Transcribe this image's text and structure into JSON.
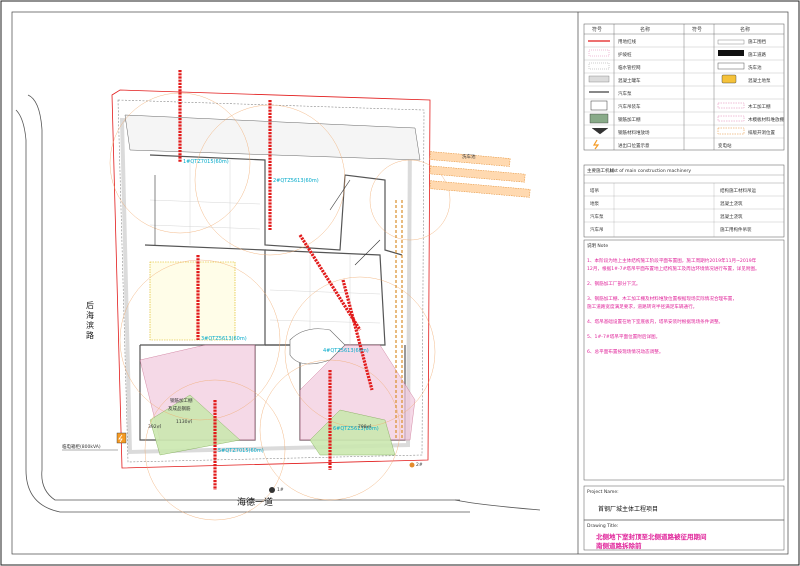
{
  "header": {
    "col_symbol": "符号",
    "col_name": "名称"
  },
  "legend": [
    {
      "symbol": "red-line",
      "name": "用地红线"
    },
    {
      "symbol": "fence",
      "name": "施工围挡"
    },
    {
      "symbol": "dashed-box",
      "name": "护坡桩"
    },
    {
      "symbol": "black-bar",
      "name": "施工道路"
    },
    {
      "symbol": "dotted-box",
      "name": "临水管控网"
    },
    {
      "symbol": "hatch-box",
      "name": "洗车池"
    },
    {
      "symbol": "circle-icon",
      "name": "混凝土罐车"
    },
    {
      "symbol": "pump-icon",
      "name": "混凝土地泵"
    },
    {
      "symbol": "pipe",
      "name": "汽车泵"
    },
    {
      "symbol": "office-icon",
      "name": "汽车吊装车"
    },
    {
      "symbol": "machine-icon",
      "name": "钢筋加工棚"
    },
    {
      "symbol": "pink-dash",
      "name": "木工加工棚"
    },
    {
      "symbol": "stack-icon",
      "name": "钢筋材料堆放场"
    },
    {
      "symbol": "pink-dash2",
      "name": "木模板材料堆放棚"
    },
    {
      "symbol": "arrow-icon",
      "name": "进出口位置示意"
    },
    {
      "symbol": "orange-box",
      "name": "排版开洞位置"
    },
    {
      "symbol": "lightning-icon",
      "name": "变电站"
    }
  ],
  "machinery": {
    "title": "主要施工机械",
    "subtitle": "List of main construction machinery",
    "rows": [
      {
        "a": "塔吊",
        "b": "",
        "c": "结构施工材料吊运"
      },
      {
        "a": "地泵",
        "b": "",
        "c": "混凝土浇筑"
      },
      {
        "a": "汽车泵",
        "b": "",
        "c": "混凝土浇筑"
      },
      {
        "a": "汽车吊",
        "b": "",
        "c": "施工用构件吊装"
      }
    ]
  },
  "notes": {
    "title": "说明 Note",
    "lines": [
      "1、本阶段为地上主体结构施工阶段平面布置图，施工周期约2019年11月~2019年",
      "12月，根据1#-7#塔吊平面布置地上结构施工及周边环境情况进行布置，详见附图。",
      "2、钢筋加工厂部分下沉。",
      "3、钢筋加工棚、木工加工棚及材料堆放位置根据现场实际情况合理布置，",
      "   施工道路宽度满足要求，道路转弯半径满足车辆通行。",
      "4、塔吊基础设置在地下室底板内，塔吊安装时根据现场条件调整。",
      "5、1#-7#塔吊平面位置附后详图。",
      "6、总平面布置按现场情况动态调整。"
    ]
  },
  "project": {
    "label": "Project Name:",
    "name": "首钢厂城主体工程项目"
  },
  "drawing": {
    "label": "Drawing Title:",
    "line1": "北侧地下室封顶至北侧道路被征用期间",
    "line2": "南侧道路拆除前"
  },
  "roads": {
    "south": "海德一道",
    "west": "后海滨路"
  },
  "cranes": [
    {
      "id": "1#",
      "label": "1#QTZ7015(60m)"
    },
    {
      "id": "2#",
      "label": "2#QTZ5613(60m)"
    },
    {
      "id": "3#",
      "label": "3#QTZ5613(60m)"
    },
    {
      "id": "4#",
      "label": "4#QTZ5613(60m)"
    },
    {
      "id": "5#",
      "label": "5#QTZ7015(60m)"
    },
    {
      "id": "6#",
      "label": "6#QTZ5613(60m)"
    }
  ],
  "site_labels": {
    "rebar_yard": "钢筋加工棚",
    "material_yard": "及成品钢筋",
    "area_a": "392㎡",
    "area_b": "1130㎡",
    "area_c": "798㎡",
    "substation": "临电箱柜(800kVA)",
    "gate1": "1#",
    "gate2": "2#",
    "wash": "洗车池"
  },
  "colors": {
    "red_line": "#e21b1b",
    "crane": "#e21b1b",
    "accent": "#e0249a",
    "cyan": "#00a9c9",
    "green": "#cbe8b0",
    "pink": "#f2c9de"
  }
}
